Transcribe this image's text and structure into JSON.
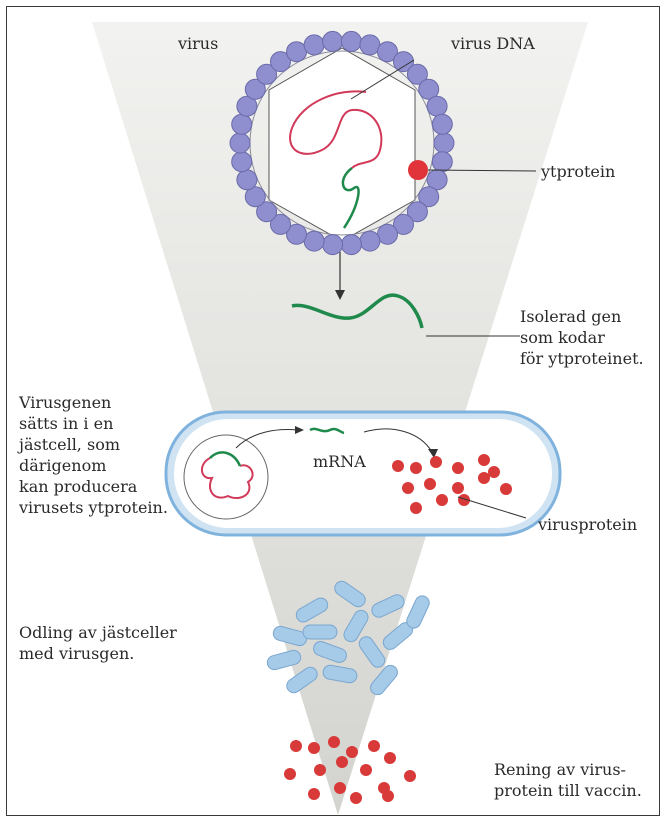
{
  "colors": {
    "funnel": "#d9d9d6",
    "virus_bead": "#8f8fd0",
    "virus_bead_stroke": "#6a6aa8",
    "surface_protein": "#e0343a",
    "dna_red": "#d23a5a",
    "dna_green": "#1f8a4c",
    "cell_fill": "#cfe3f3",
    "cell_border": "#7fb3de",
    "protein_dot": "#d83a3a",
    "yeast": "#a6cbe8",
    "yeast_stroke": "#7aa6cf"
  },
  "icons": {
    "virus": "virus-particle-icon",
    "yeast_cell": "yeast-cell-icon",
    "protein": "protein-dot-icon"
  },
  "labels": {
    "virus": "virus",
    "virus_dna": "virus DNA",
    "ytprotein": "ytprotein",
    "isolated_gene": "Isolerad gen\nsom kodar\nför ytproteinet.",
    "insert_gene": "Virusgenen\nsätts in i en\njästcell, som\ndärigenom\nkan producera\nvirusets ytprotein.",
    "mrna": "mRNA",
    "virusprotein": "virusprotein",
    "culture": "Odling av jästceller\nmed virusgen.",
    "purification": "Rening av virus-\nprotein till vaccin."
  }
}
